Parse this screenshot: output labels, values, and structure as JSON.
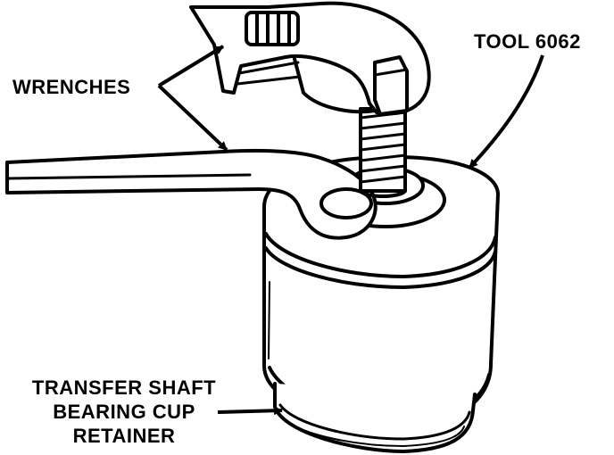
{
  "callouts": {
    "wrenches": "WRENCHES",
    "tool": "TOOL 6062",
    "retainer": [
      "TRANSFER SHAFT",
      "BEARING CUP",
      "RETAINER"
    ]
  }
}
